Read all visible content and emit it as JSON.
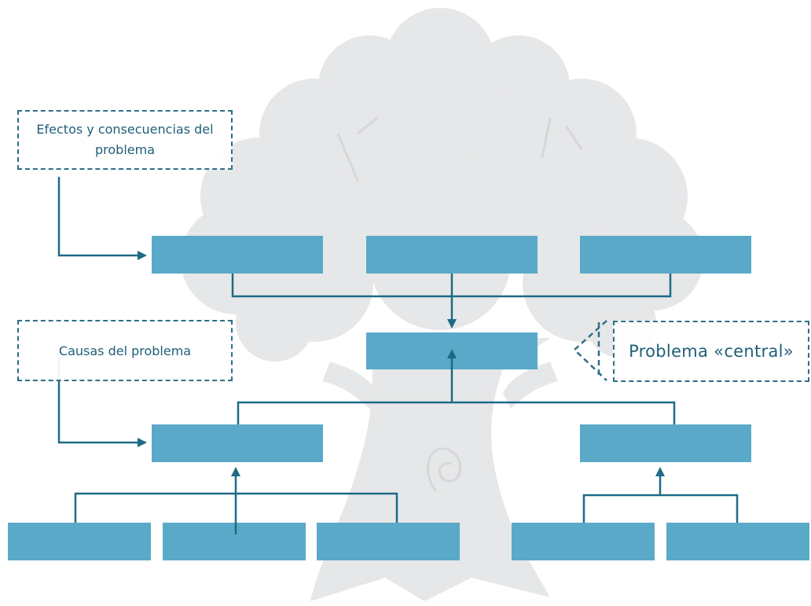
{
  "labels": {
    "effects": "Efectos y consecuencias del problema",
    "causes": "Causas del problema",
    "central_problem": "Problema «central»"
  },
  "colors": {
    "box_fill": "#5aa9c8",
    "line": "#1e6a88",
    "label_text": "#1f5f78",
    "tree": "#e6e7e8"
  },
  "icons": {
    "background": "tree-illustration",
    "central_pointer": "dashed-chevron-left"
  }
}
